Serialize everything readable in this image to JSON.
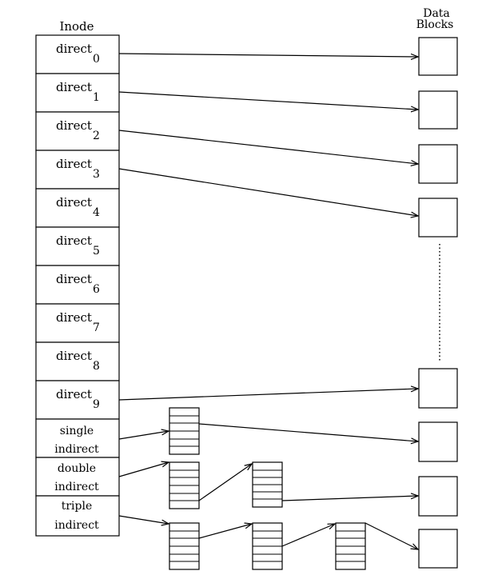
{
  "inode": {
    "title": "Inode",
    "entries": [
      {
        "label": "direct",
        "sub": "0"
      },
      {
        "label": "direct",
        "sub": "1"
      },
      {
        "label": "direct",
        "sub": "2"
      },
      {
        "label": "direct",
        "sub": "3"
      },
      {
        "label": "direct",
        "sub": "4"
      },
      {
        "label": "direct",
        "sub": "5"
      },
      {
        "label": "direct",
        "sub": "6"
      },
      {
        "label": "direct",
        "sub": "7"
      },
      {
        "label": "direct",
        "sub": "8"
      },
      {
        "label": "direct",
        "sub": "9"
      },
      {
        "line1": "single",
        "line2": "indirect"
      },
      {
        "line1": "double",
        "line2": "indirect"
      },
      {
        "line1": "triple",
        "line2": "indirect"
      }
    ]
  },
  "data_blocks": {
    "title_line1": "Data",
    "title_line2": "Blocks"
  }
}
